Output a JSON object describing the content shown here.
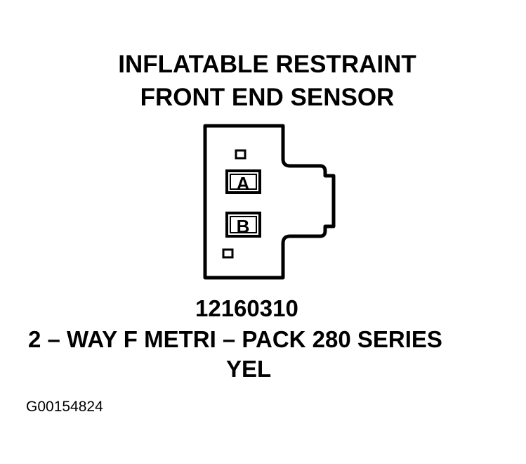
{
  "title": {
    "line1": "INFLATABLE RESTRAINT",
    "line2": "FRONT END SENSOR"
  },
  "connector": {
    "cavity_a_label": "A",
    "cavity_b_label": "B",
    "part_number": "12160310",
    "description": "2 – WAY F METRI – PACK 280 SERIES",
    "color": "YEL"
  },
  "figure_id": "G00154824"
}
